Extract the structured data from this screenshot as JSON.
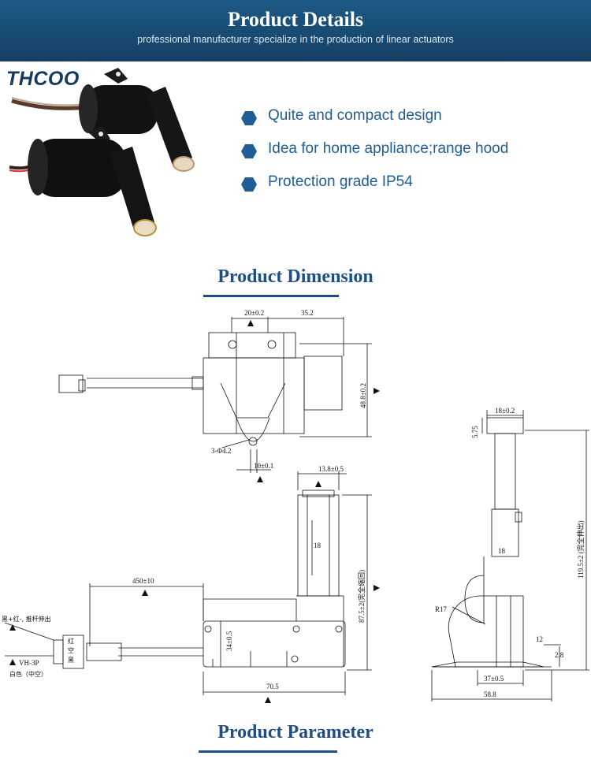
{
  "header": {
    "title": "Product Details",
    "subtitle": "professional manufacturer specialize in the production of linear actuators",
    "background_color": "#1a4e78"
  },
  "brand": {
    "logo_text": "THCOO"
  },
  "features": [
    {
      "icon": "hexagon-bullet-icon",
      "text": "Quite and compact design"
    },
    {
      "icon": "hexagon-bullet-icon",
      "text": "Idea for home appliance;range hood"
    },
    {
      "icon": "hexagon-bullet-icon",
      "text": "Protection grade IP54"
    }
  ],
  "dimension_section": {
    "title": "Product Dimension"
  },
  "drawing_labels": {
    "top_20": "20±0.2",
    "top_35": "35.2",
    "height_48": "48.8±0.2",
    "holes": "3-Φ4.2",
    "pin_10": "10±0.1",
    "top_13": "13.8±0.5",
    "cable_450": "450±10",
    "stroke_87": "87.5±2(完全缩回)",
    "mid_18": "18",
    "width_34": "34±0.5",
    "width_70": "70.5",
    "side_18": "18±0.2",
    "side_575": "5.75",
    "side_18b": "18",
    "side_119": "119.5±2 (完全伸出)",
    "radius": "R17",
    "side_12": "12",
    "side_28": "2.8",
    "side_37": "37±0.5",
    "side_58": "58.8",
    "wire_note": "黑+红-, 推杆伸出",
    "pin_red": "红",
    "pin_empty": "空",
    "pin_black": "黑",
    "connector": "VH-3P",
    "connector_note": "白色（中空）"
  },
  "parameter_section": {
    "title": "Product Parameter"
  },
  "colors": {
    "accent": "#1d4f86",
    "bullet": "#1e5d95"
  }
}
